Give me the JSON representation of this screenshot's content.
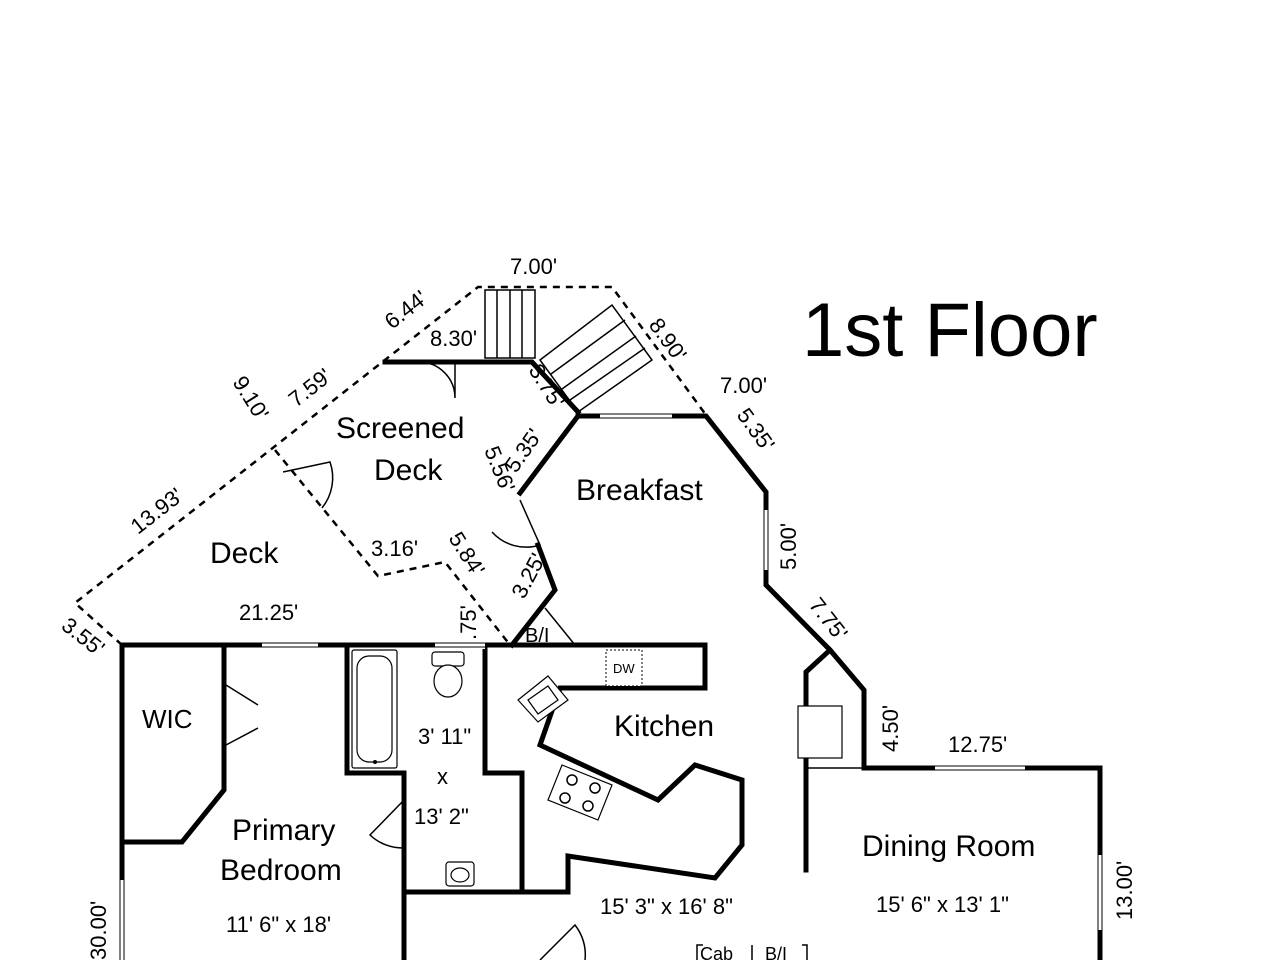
{
  "title": "1st Floor",
  "rooms": {
    "screened_deck_1": "Screened",
    "screened_deck_2": "Deck",
    "breakfast": "Breakfast",
    "deck": "Deck",
    "wic": "WIC",
    "kitchen": "Kitchen",
    "kitchen_size": "15' 3\" x 16' 8\"",
    "bath_w": "3' 11\"",
    "bath_x": "x",
    "bath_l": "13' 2\"",
    "primary_1": "Primary",
    "primary_2": "Bedroom",
    "primary_size": "11' 6\" x 18'",
    "dining": "Dining Room",
    "dining_size": "15' 6\" x 13' 1\""
  },
  "fixtures": {
    "dw": "DW",
    "bi_top": "B/I",
    "cab": "Cab",
    "bi_bottom": "B/I"
  },
  "dimensions": {
    "top_700": "7.00'",
    "d644": "6.44'",
    "d830": "8.30'",
    "d890": "8.90'",
    "d700b": "7.00'",
    "d375": "3.75'",
    "d910": "9.10'",
    "d759": "7.59'",
    "d535a": "5.35'",
    "d535b": "5.35'",
    "d556": "5.56'",
    "d1393": "13.93'",
    "d500": "5.00'",
    "d316": "3.16'",
    "d584": "5.84'",
    "d325": "3.25'",
    "d775": "7.75'",
    "d355": "3.55'",
    "d2125": "21.25'",
    "d75": ".75'",
    "d450": "4.50'",
    "d1275": "12.75'",
    "d1300": "13.00'",
    "d3000": "30.00'"
  }
}
